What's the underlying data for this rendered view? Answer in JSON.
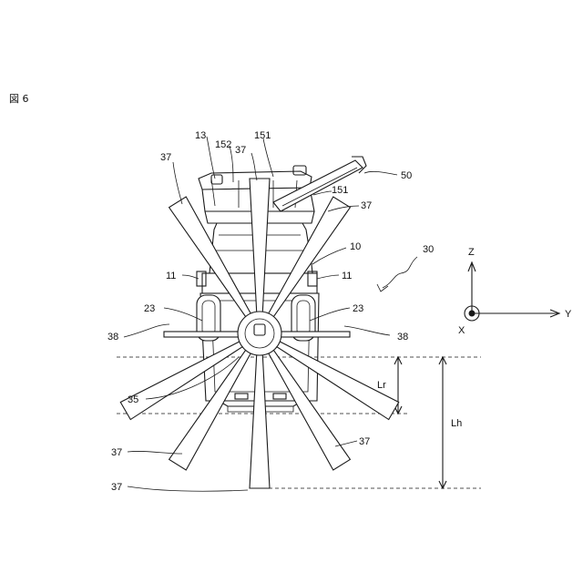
{
  "figure": {
    "label": "図 6"
  },
  "labels": {
    "r13": "13",
    "r152": "152",
    "r37top": "37",
    "r151a": "151",
    "r50": "50",
    "r151b": "151",
    "r37ul": "37",
    "r37ur": "37",
    "r10": "10",
    "r30": "30",
    "r11l": "11",
    "r11r": "11",
    "r23l": "23",
    "r23r": "23",
    "r38l": "38",
    "r38r": "38",
    "r35": "35",
    "r37ll": "37",
    "r37lr": "37",
    "r37bot": "37",
    "lr": "Lr",
    "lh": "Lh"
  },
  "axes": {
    "z": "Z",
    "y": "Y",
    "x": "X"
  }
}
